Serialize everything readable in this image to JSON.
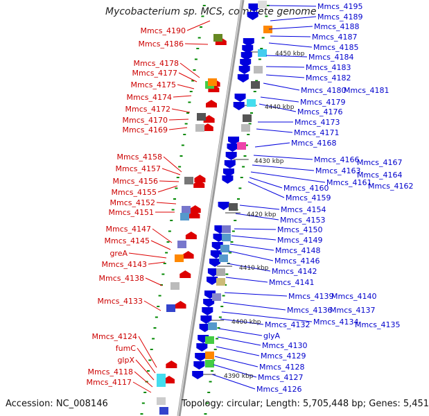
{
  "title": "Mycobacterium sp. MCS, complete genome",
  "accession": "Accession: NC_008146",
  "summary": "Topology: circular; Length: 5,705,448 bp; Genes: 5,451",
  "colors": {
    "forward": "#dd0000",
    "reverse": "#0000dd",
    "backbone": "#999999",
    "tick": "#008800"
  },
  "left_labels": [
    "Mmcs_4190",
    "Mmcs_4186",
    "Mmcs_4178",
    "Mmcs_4177",
    "Mmcs_4175",
    "Mmcs_4174",
    "Mmcs_4172",
    "Mmcs_4170",
    "Mmcs_4169",
    "Mmcs_4158",
    "Mmcs_4157",
    "Mmcs_4156",
    "Mmcs_4155",
    "Mmcs_4152",
    "Mmcs_4151",
    "Mmcs_4147",
    "Mmcs_4145",
    "greA",
    "Mmcs_4143",
    "Mmcs_4138",
    "Mmcs_4133",
    "Mmcs_4124",
    "fumC",
    "glpX",
    "Mmcs_4118",
    "Mmcs_4117"
  ],
  "right_labels": [
    "Mmcs_4195",
    "Mmcs_4189",
    "Mmcs_4188",
    "Mmcs_4187",
    "Mmcs_4185",
    "Mmcs_4184",
    "Mmcs_4183",
    "Mmcs_4182",
    "Mmcs_4180",
    "Mmcs_4181",
    "Mmcs_4179",
    "Mmcs_4176",
    "Mmcs_4173",
    "Mmcs_4171",
    "Mmcs_4168",
    "Mmcs_4166",
    "Mmcs_4167",
    "Mmcs_4163",
    "Mmcs_4164",
    "Mmcs_4161",
    "Mmcs_4162",
    "Mmcs_4160",
    "Mmcs_4159",
    "Mmcs_4154",
    "Mmcs_4153",
    "Mmcs_4150",
    "Mmcs_4149",
    "Mmcs_4148",
    "Mmcs_4146",
    "Mmcs_4142",
    "Mmcs_4141",
    "Mmcs_4139",
    "Mmcs_4140",
    "Mmcs_4136",
    "Mmcs_4137",
    "Mmcs_4134",
    "Mmcs_4135",
    "Mmcs_4132",
    "glyA",
    "Mmcs_4130",
    "Mmcs_4129",
    "Mmcs_4128",
    "Mmcs_4127",
    "Mmcs_4126"
  ],
  "kbp_labels": [
    "4450 kbp",
    "4440 kbp",
    "4430 kbp",
    "4420 kbp",
    "4410 kbp",
    "4400 kbp",
    "4390 kbp"
  ]
}
